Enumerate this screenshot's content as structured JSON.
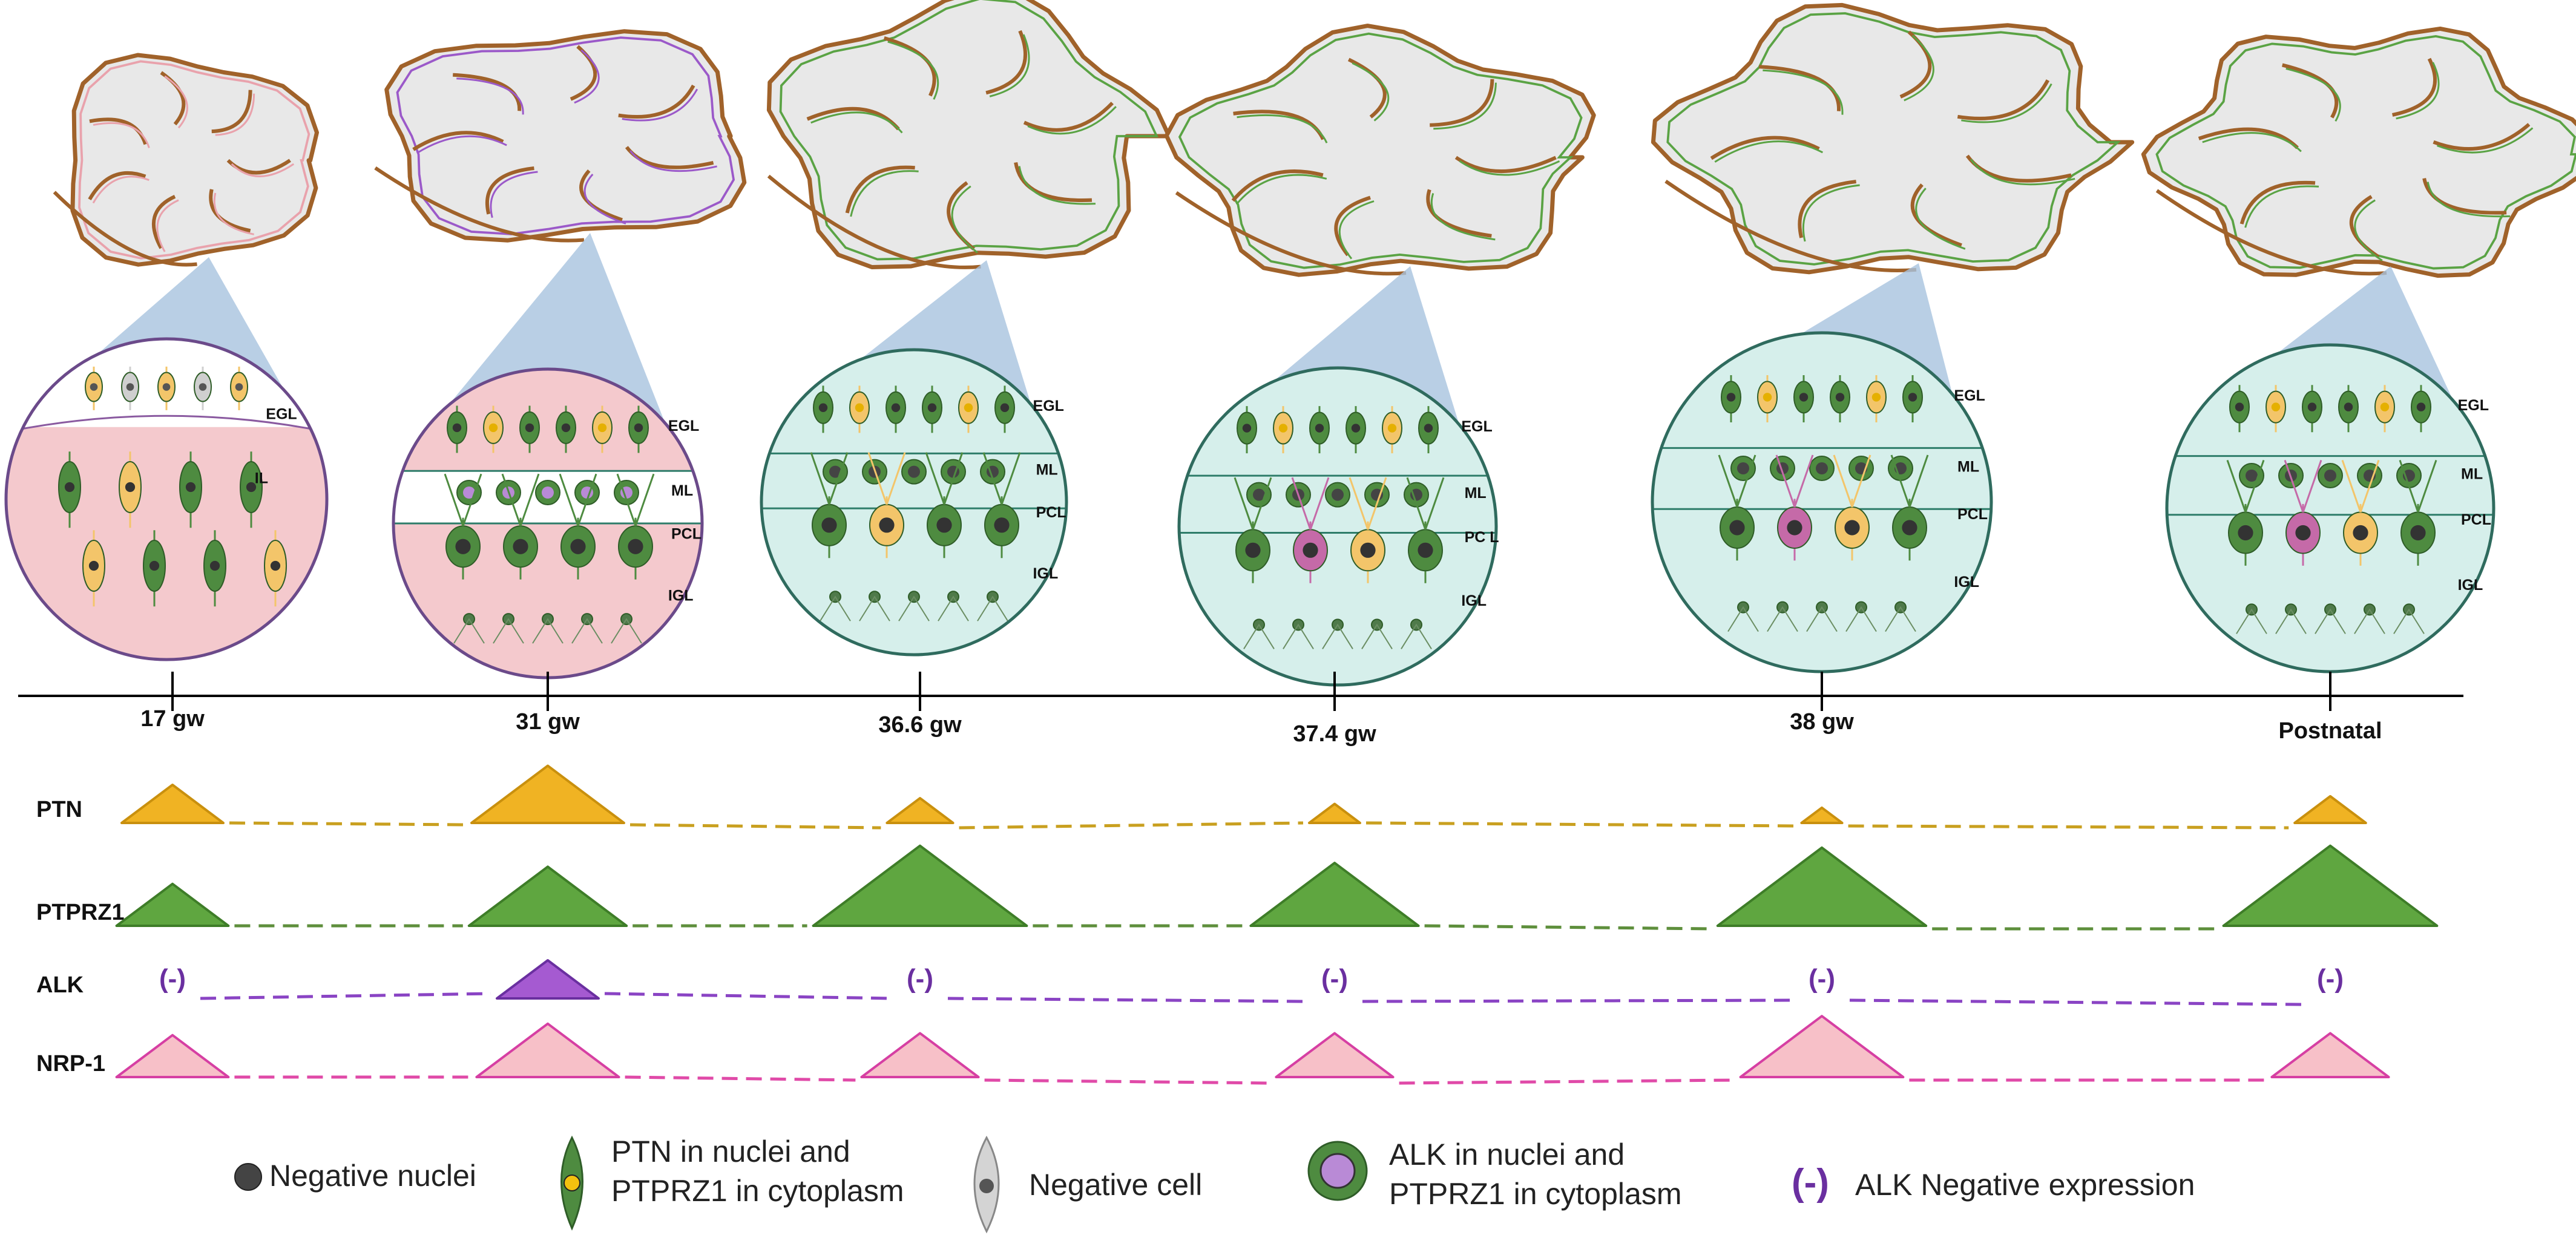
{
  "stages": [
    {
      "label": "17 gw",
      "tissue": "pink",
      "layers": [
        "EGL",
        "IL"
      ]
    },
    {
      "label": "31 gw",
      "tissue": "pink",
      "layers": [
        "EGL",
        "ML",
        "PCL",
        "IGL"
      ]
    },
    {
      "label": "36.6 gw",
      "tissue": "teal",
      "layers": [
        "EGL",
        "ML",
        "PCL",
        "IGL"
      ]
    },
    {
      "label": "37.4 gw",
      "tissue": "teal",
      "layers": [
        "EGL",
        "ML",
        "PC L",
        "IGL"
      ]
    },
    {
      "label": "38 gw",
      "tissue": "teal",
      "layers": [
        "EGL",
        "ML",
        "PCL",
        "IGL"
      ]
    },
    {
      "label": "Postnatal",
      "tissue": "teal",
      "layers": [
        "EGL",
        "ML",
        "PCL",
        "IGL"
      ]
    }
  ],
  "markers": [
    {
      "name": "PTN",
      "color": "#f0b323",
      "stroke": "#c9900e",
      "line_color": "#c9a020",
      "levels": [
        2,
        3,
        1.3,
        1,
        0.8,
        1.4
      ]
    },
    {
      "name": "PTPRZ1",
      "color": "#5fa640",
      "stroke": "#3e7d28",
      "line_color": "#5e8f3c",
      "levels": [
        2.2,
        3.1,
        4.2,
        3.3,
        4.1,
        4.2
      ]
    },
    {
      "name": "ALK",
      "color": "#a55ad1",
      "stroke": "#6a2fa0",
      "line_color": "#8a44c4",
      "levels": [
        0,
        2,
        0,
        0,
        0,
        0
      ]
    },
    {
      "name": "NRP-1",
      "color": "#f7c0c8",
      "stroke": "#d63fa3",
      "line_color": "#e04aa8",
      "levels": [
        2.2,
        2.8,
        2.3,
        2.3,
        3.2,
        2.3
      ]
    }
  ],
  "negative_mark": "(-)",
  "legend": {
    "negative_nuclei": "Negative nuclei",
    "ptn_line1": "PTN in nuclei and",
    "ptn_line2": "PTPRZ1 in cytoplasm",
    "negative_cell": "Negative cell",
    "alk_line1": "ALK in nuclei and",
    "alk_line2": "PTPRZ1 in cytoplasm",
    "alk_negative": "ALK Negative expression"
  },
  "colors": {
    "pink_tissue": "#f4c9cd",
    "teal_tissue": "#d6efeb",
    "lobe_fill": "#e8e8e8",
    "lobe_outline": "#a0622a",
    "green_cell": "#4e8b40",
    "yellow_cell": "#f3c56a",
    "purple_nucleus": "#b98ad6",
    "magenta_cell": "#c56aa8",
    "zoom_cone": "#a8c3df"
  }
}
